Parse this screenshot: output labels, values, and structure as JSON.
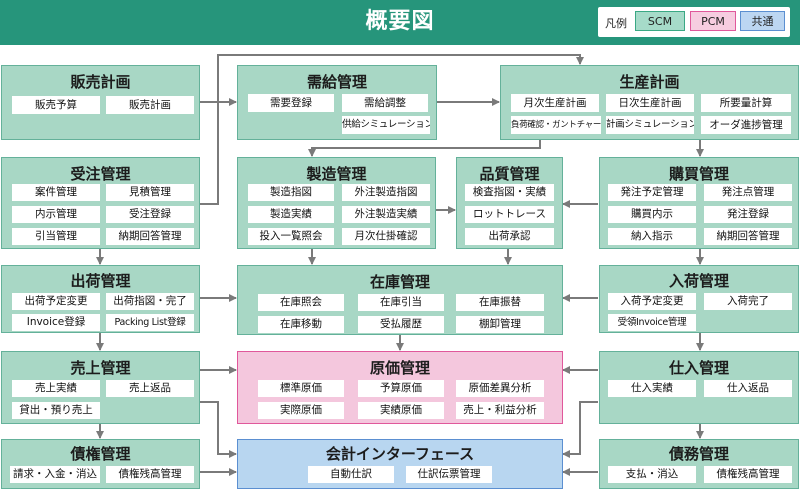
{
  "title": "概要図",
  "legend": {
    "label": "凡例",
    "scm": "SCM",
    "pcm": "PCM",
    "common": "共通"
  },
  "boxes": {
    "hanbai_keikaku": {
      "title": "販売計画",
      "items": [
        "販売予算",
        "販売計画"
      ]
    },
    "jukyu_kanri": {
      "title": "需給管理",
      "items": [
        "需要登録",
        "需給調整",
        "供給シミュレーション"
      ]
    },
    "seisan_keikaku": {
      "title": "生産計画",
      "items": [
        "月次生産計画",
        "日次生産計画",
        "所要量計算",
        "負荷確認・ガントチャート",
        "計画シミュレーション",
        "オーダ進捗管理"
      ]
    },
    "juchu_kanri": {
      "title": "受注管理",
      "items": [
        "案件管理",
        "見積管理",
        "内示管理",
        "受注登録",
        "引当管理",
        "納期回答管理"
      ]
    },
    "seizo_kanri": {
      "title": "製造管理",
      "items": [
        "製造指図",
        "外注製造指図",
        "製造実績",
        "外注製造実績",
        "投入一覧照会",
        "月次仕掛確認"
      ]
    },
    "hinshitsu_kanri": {
      "title": "品質管理",
      "items": [
        "検査指図・実績",
        "ロットトレース",
        "出荷承認"
      ]
    },
    "kobai_kanri": {
      "title": "購買管理",
      "items": [
        "発注予定管理",
        "発注点管理",
        "購買内示",
        "発注登録",
        "納入指示",
        "納期回答管理"
      ]
    },
    "shukka_kanri": {
      "title": "出荷管理",
      "items": [
        "出荷予定変更",
        "出荷指図・完了",
        "Invoice登録",
        "Packing List登録"
      ]
    },
    "zaiko_kanri": {
      "title": "在庫管理",
      "items": [
        "在庫照会",
        "在庫引当",
        "在庫振替",
        "在庫移動",
        "受払履歴",
        "棚卸管理"
      ]
    },
    "nyuka_kanri": {
      "title": "入荷管理",
      "items": [
        "入荷予定変更",
        "入荷完了",
        "受領Invoice管理"
      ]
    },
    "uriage_kanri": {
      "title": "売上管理",
      "items": [
        "売上実績",
        "売上返品",
        "貸出・預り売上"
      ]
    },
    "genka_kanri": {
      "title": "原価管理",
      "items": [
        "標準原価",
        "予算原価",
        "原価差異分析",
        "実際原価",
        "実績原価",
        "売上・利益分析"
      ]
    },
    "shiire_kanri": {
      "title": "仕入管理",
      "items": [
        "仕入実績",
        "仕入返品"
      ]
    },
    "saiken_kanri": {
      "title": "債権管理",
      "items": [
        "請求・入金・消込",
        "債権残高管理"
      ]
    },
    "kaikei_if": {
      "title": "会計インターフェース",
      "items": [
        "自動仕訳",
        "仕訳伝票管理"
      ]
    },
    "saimu_kanri": {
      "title": "債務管理",
      "items": [
        "支払・消込",
        "債権残高管理"
      ]
    }
  }
}
